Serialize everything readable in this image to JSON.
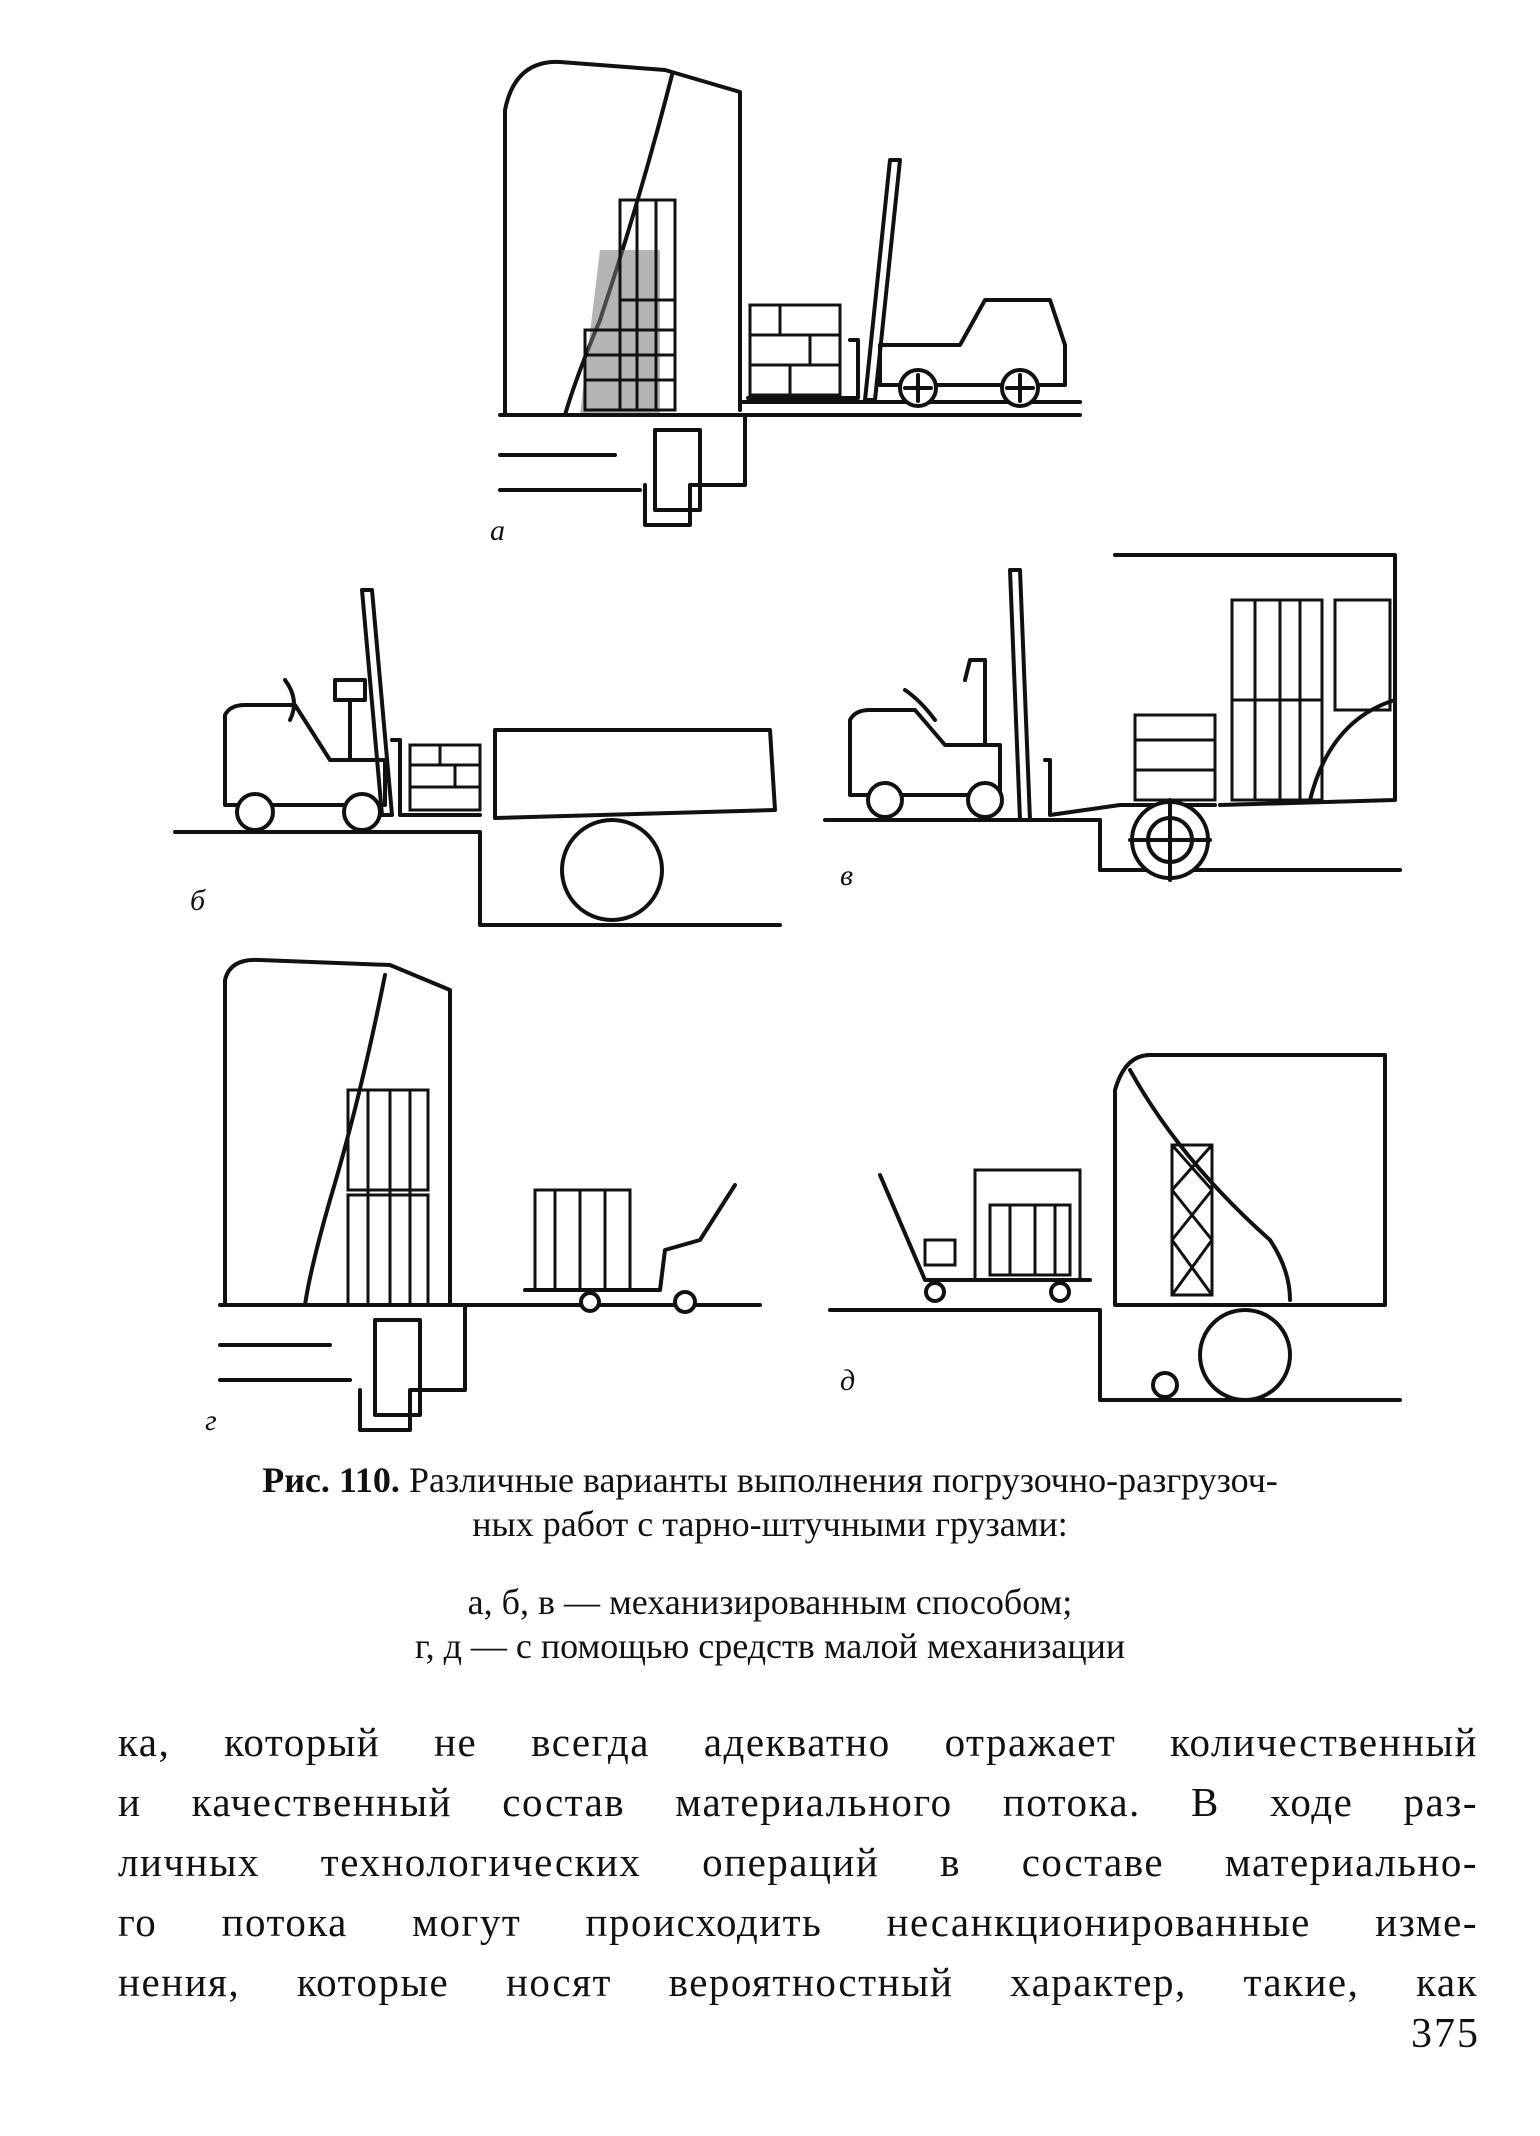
{
  "figure": {
    "panel_labels": [
      "а",
      "б",
      "в",
      "г",
      "д"
    ],
    "caption_number": "Рис. 110.",
    "caption_title_line1": "Различные варианты выполнения погрузочно-разгрузоч-",
    "caption_title_line2": "ных работ с тарно-штучными грузами:",
    "legend_line1": "а, б, в — механизированным способом;",
    "legend_line2": "г, д — с помощью средств малой механизации"
  },
  "body": {
    "lines": [
      "ка, который не всегда адекватно отражает количественный",
      "и качественный состав материального потока. В ходе раз-",
      "личных технологических операций в составе материально-",
      "го потока могут происходить несанкционированные изме-",
      "нения, которые носят вероятностный характер, такие, как"
    ]
  },
  "page_number": "375"
}
